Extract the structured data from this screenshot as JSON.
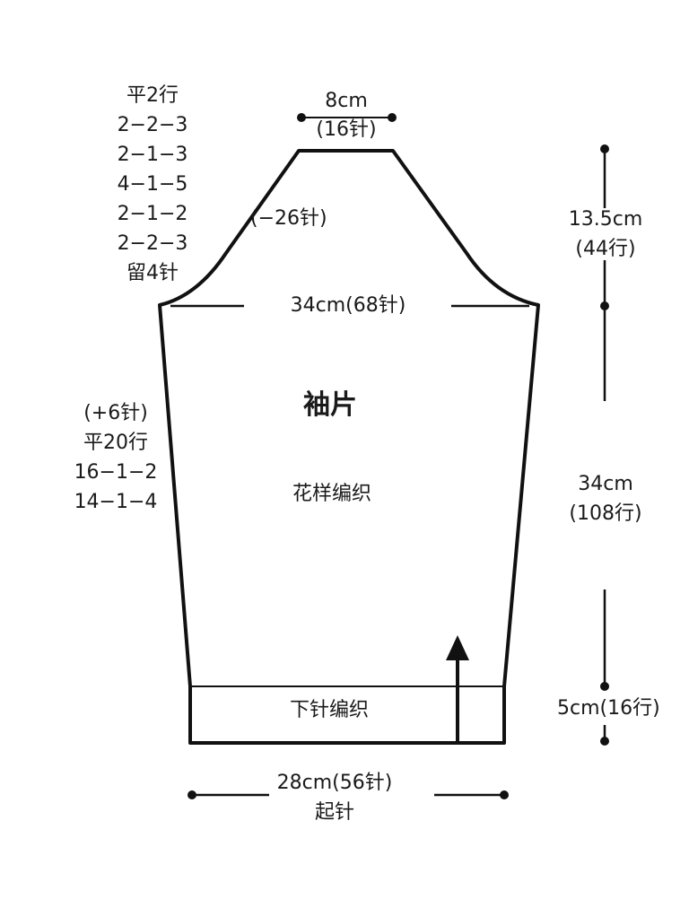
{
  "top_width": {
    "cm": "8cm",
    "stitches": "(16针)"
  },
  "cap_decrease": "(−26针)",
  "cap_shaping_steps": [
    "平2行",
    "2−2−3",
    "2−1−3",
    "4−1−5",
    "2−1−2",
    "2−2−3",
    "留4针"
  ],
  "cap_height": {
    "cm": "13.5cm",
    "rows": "(44行)"
  },
  "upper_width": "34cm(68针)",
  "title": "袖片",
  "pattern": "花样编织",
  "side_shaping": [
    "(+6针)",
    "平20行",
    "16−1−2",
    "14−1−4"
  ],
  "body_height": {
    "cm": "34cm",
    "rows": "(108行)"
  },
  "rib_label": "下针编织",
  "rib_height": "5cm(16行)",
  "bottom_width": {
    "cm": "28cm(56针)",
    "cast_on": "起针"
  }
}
